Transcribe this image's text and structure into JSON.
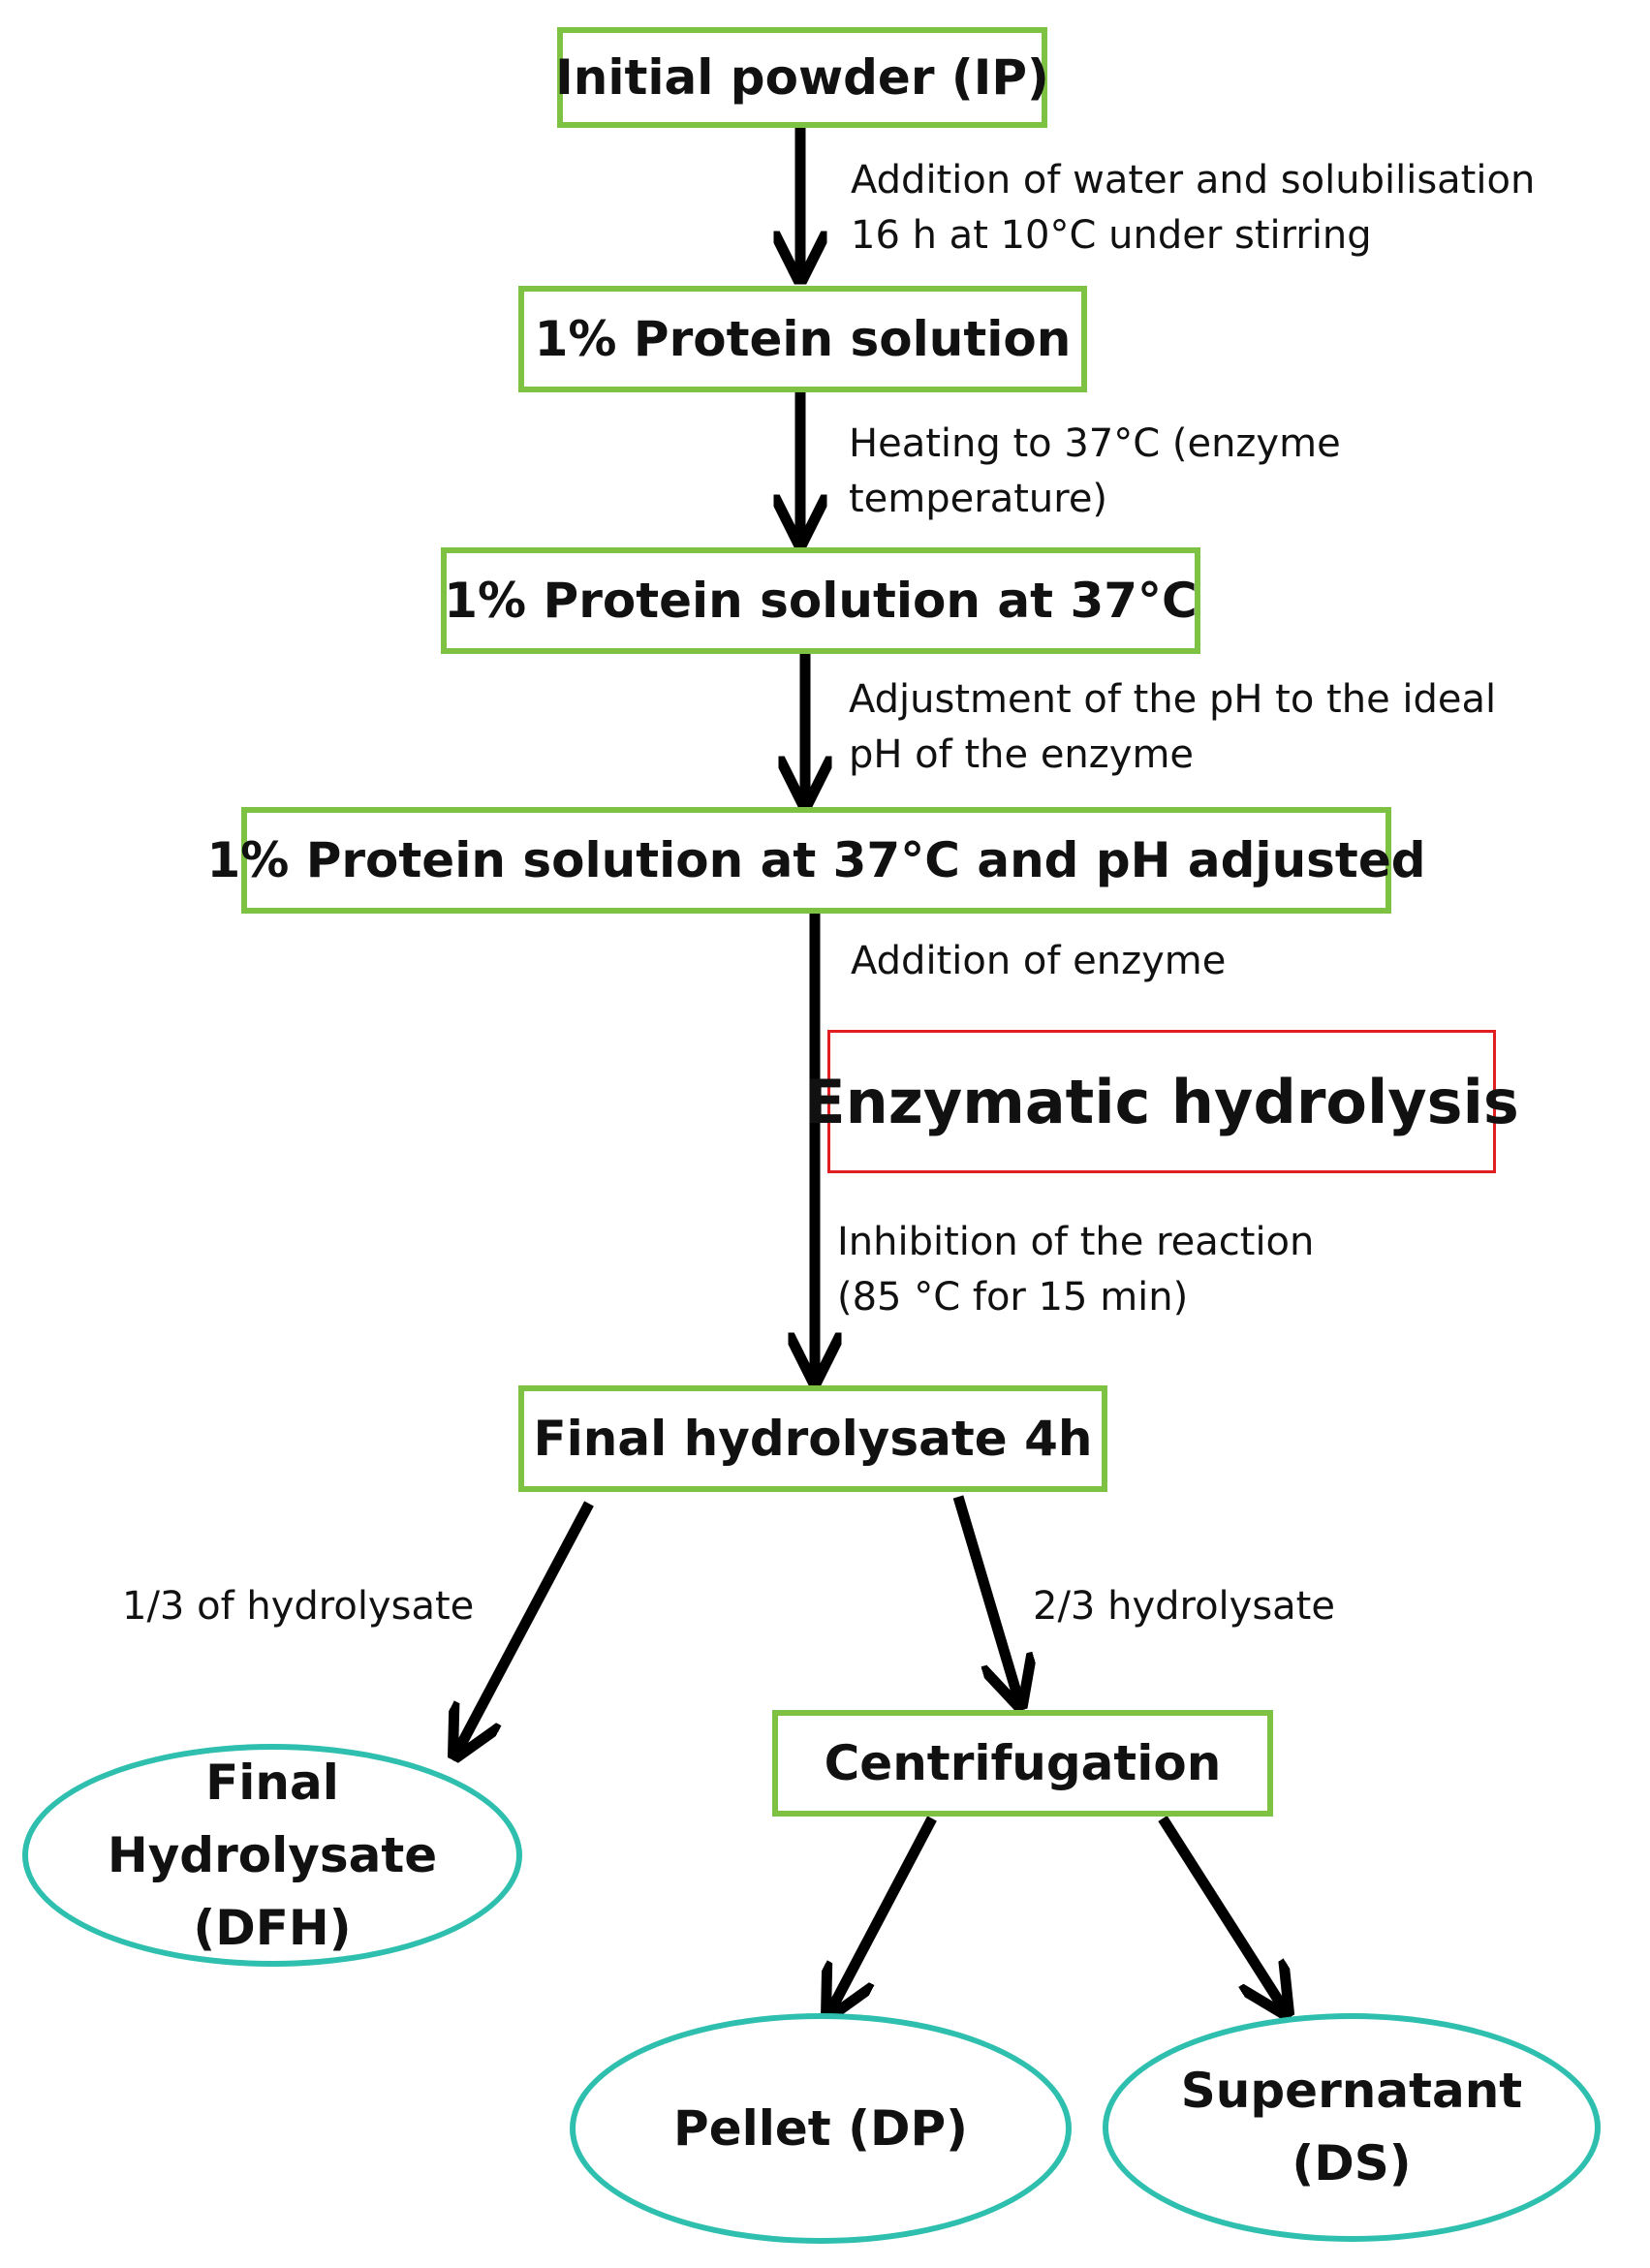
{
  "colors": {
    "process_border": "#7DC242",
    "outcome_border": "#2EBFAE",
    "highlight_border": "#E02020",
    "arrow": "#000000"
  },
  "steps": {
    "initial_powder": "Initial powder (IP)",
    "protein_solution": "1% Protein solution",
    "protein_solution_37": "1% Protein solution at 37°C",
    "protein_solution_37_ph": "1% Protein solution at 37°C and pH adjusted",
    "final_hydrolysate_4h": "Final hydrolysate 4h",
    "centrifugation": "Centrifugation"
  },
  "highlight": {
    "enzymatic_hydrolysis": "Enzymatic hydrolysis"
  },
  "annotations": {
    "water_addition": [
      "Addition of water and solubilisation",
      "16 h at 10°C under stirring"
    ],
    "heating": [
      "Heating  to  37°C  (enzyme",
      "temperature)"
    ],
    "ph_adjustment": [
      "Adjustment of the pH to the ideal",
      "pH of the enzyme"
    ],
    "enzyme_addition": [
      "Addition of enzyme"
    ],
    "inhibition": [
      "Inhibition of the reaction",
      "(85 °C for 15 min)"
    ],
    "one_third": [
      "1/3 of hydrolysate"
    ],
    "two_thirds": [
      "2/3 hydrolysate"
    ]
  },
  "outcomes": {
    "final_hydrolysate": [
      "Final",
      "Hydrolysate",
      "(DFH)"
    ],
    "pellet": [
      "Pellet (DP)"
    ],
    "supernatant": [
      "Supernatant",
      "(DS)"
    ]
  }
}
